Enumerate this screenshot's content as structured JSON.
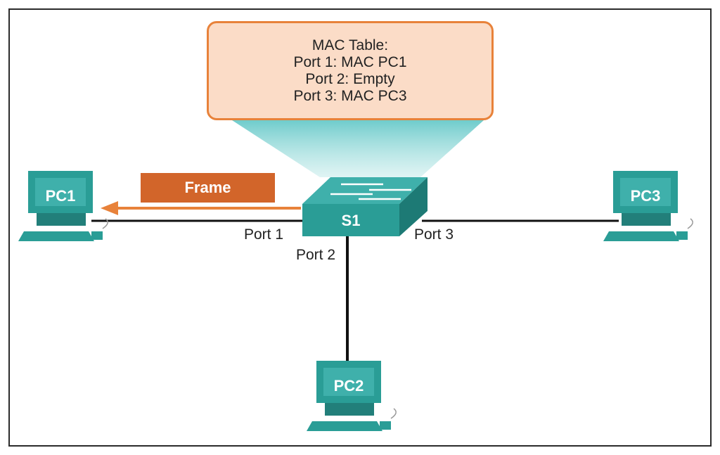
{
  "mac_table": {
    "title": "MAC Table:",
    "rows": [
      "Port 1: MAC PC1",
      "Port 2: Empty",
      "Port 3: MAC PC3"
    ]
  },
  "frame": {
    "label": "Frame"
  },
  "switch": {
    "name": "S1"
  },
  "ports": {
    "port1": "Port 1",
    "port2": "Port 2",
    "port3": "Port 3"
  },
  "pcs": {
    "pc1": "PC1",
    "pc2": "PC2",
    "pc3": "PC3"
  },
  "colors": {
    "mac_box_fill": "#fbdcc7",
    "mac_box_border": "#e8823a",
    "frame_fill": "#d2652a",
    "arrow": "#e8823a",
    "device_teal": "#2a9d96",
    "link": "#111111"
  }
}
